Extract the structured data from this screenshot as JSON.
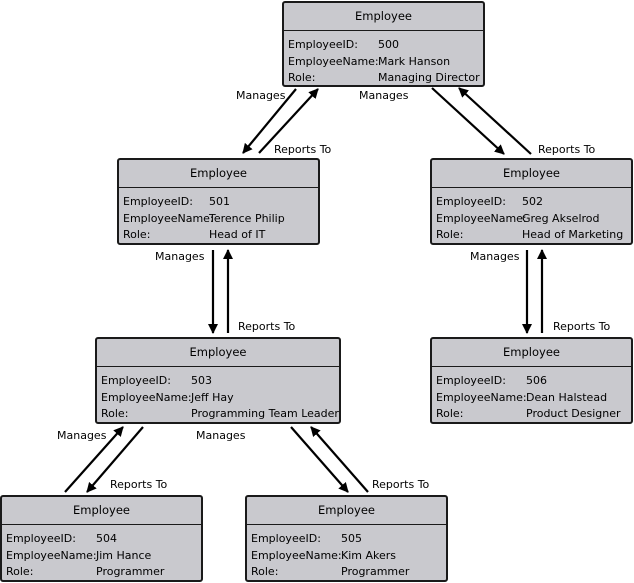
{
  "diagram": {
    "employees": [
      {
        "id": "e500",
        "title": "Employee",
        "fields": [
          [
            "EmployeeID:",
            "500"
          ],
          [
            "EmployeeName:",
            "Mark Hanson"
          ],
          [
            "Role:",
            "Managing Director"
          ]
        ]
      },
      {
        "id": "e501",
        "title": "Employee",
        "fields": [
          [
            "EmployeeID:",
            "501"
          ],
          [
            "EmployeeName:",
            "Terence Philip"
          ],
          [
            "Role:",
            "Head of IT"
          ]
        ]
      },
      {
        "id": "e502",
        "title": "Employee",
        "fields": [
          [
            "EmployeeID:",
            "502"
          ],
          [
            "EmployeeName:",
            "Greg Akselrod"
          ],
          [
            "Role:",
            "Head of Marketing"
          ]
        ]
      },
      {
        "id": "e503",
        "title": "Employee",
        "fields": [
          [
            "EmployeeID:",
            "503"
          ],
          [
            "EmployeeName:",
            "Jeff Hay"
          ],
          [
            "Role:",
            "Programming Team Leader"
          ]
        ]
      },
      {
        "id": "e506",
        "title": "Employee",
        "fields": [
          [
            "EmployeeID:",
            "506"
          ],
          [
            "EmployeeName:",
            "Dean Halstead"
          ],
          [
            "Role:",
            "Product Designer"
          ]
        ]
      },
      {
        "id": "e504",
        "title": "Employee",
        "fields": [
          [
            "EmployeeID:",
            "504"
          ],
          [
            "EmployeeName:",
            "Jim Hance"
          ],
          [
            "Role:",
            "Programmer"
          ]
        ]
      },
      {
        "id": "e505",
        "title": "Employee",
        "fields": [
          [
            "EmployeeID:",
            "505"
          ],
          [
            "EmployeeName:",
            "Kim Akers"
          ],
          [
            "Role:",
            "Programmer"
          ]
        ]
      }
    ],
    "labels": {
      "manages": "Manages",
      "reports_to": "Reports To"
    }
  }
}
